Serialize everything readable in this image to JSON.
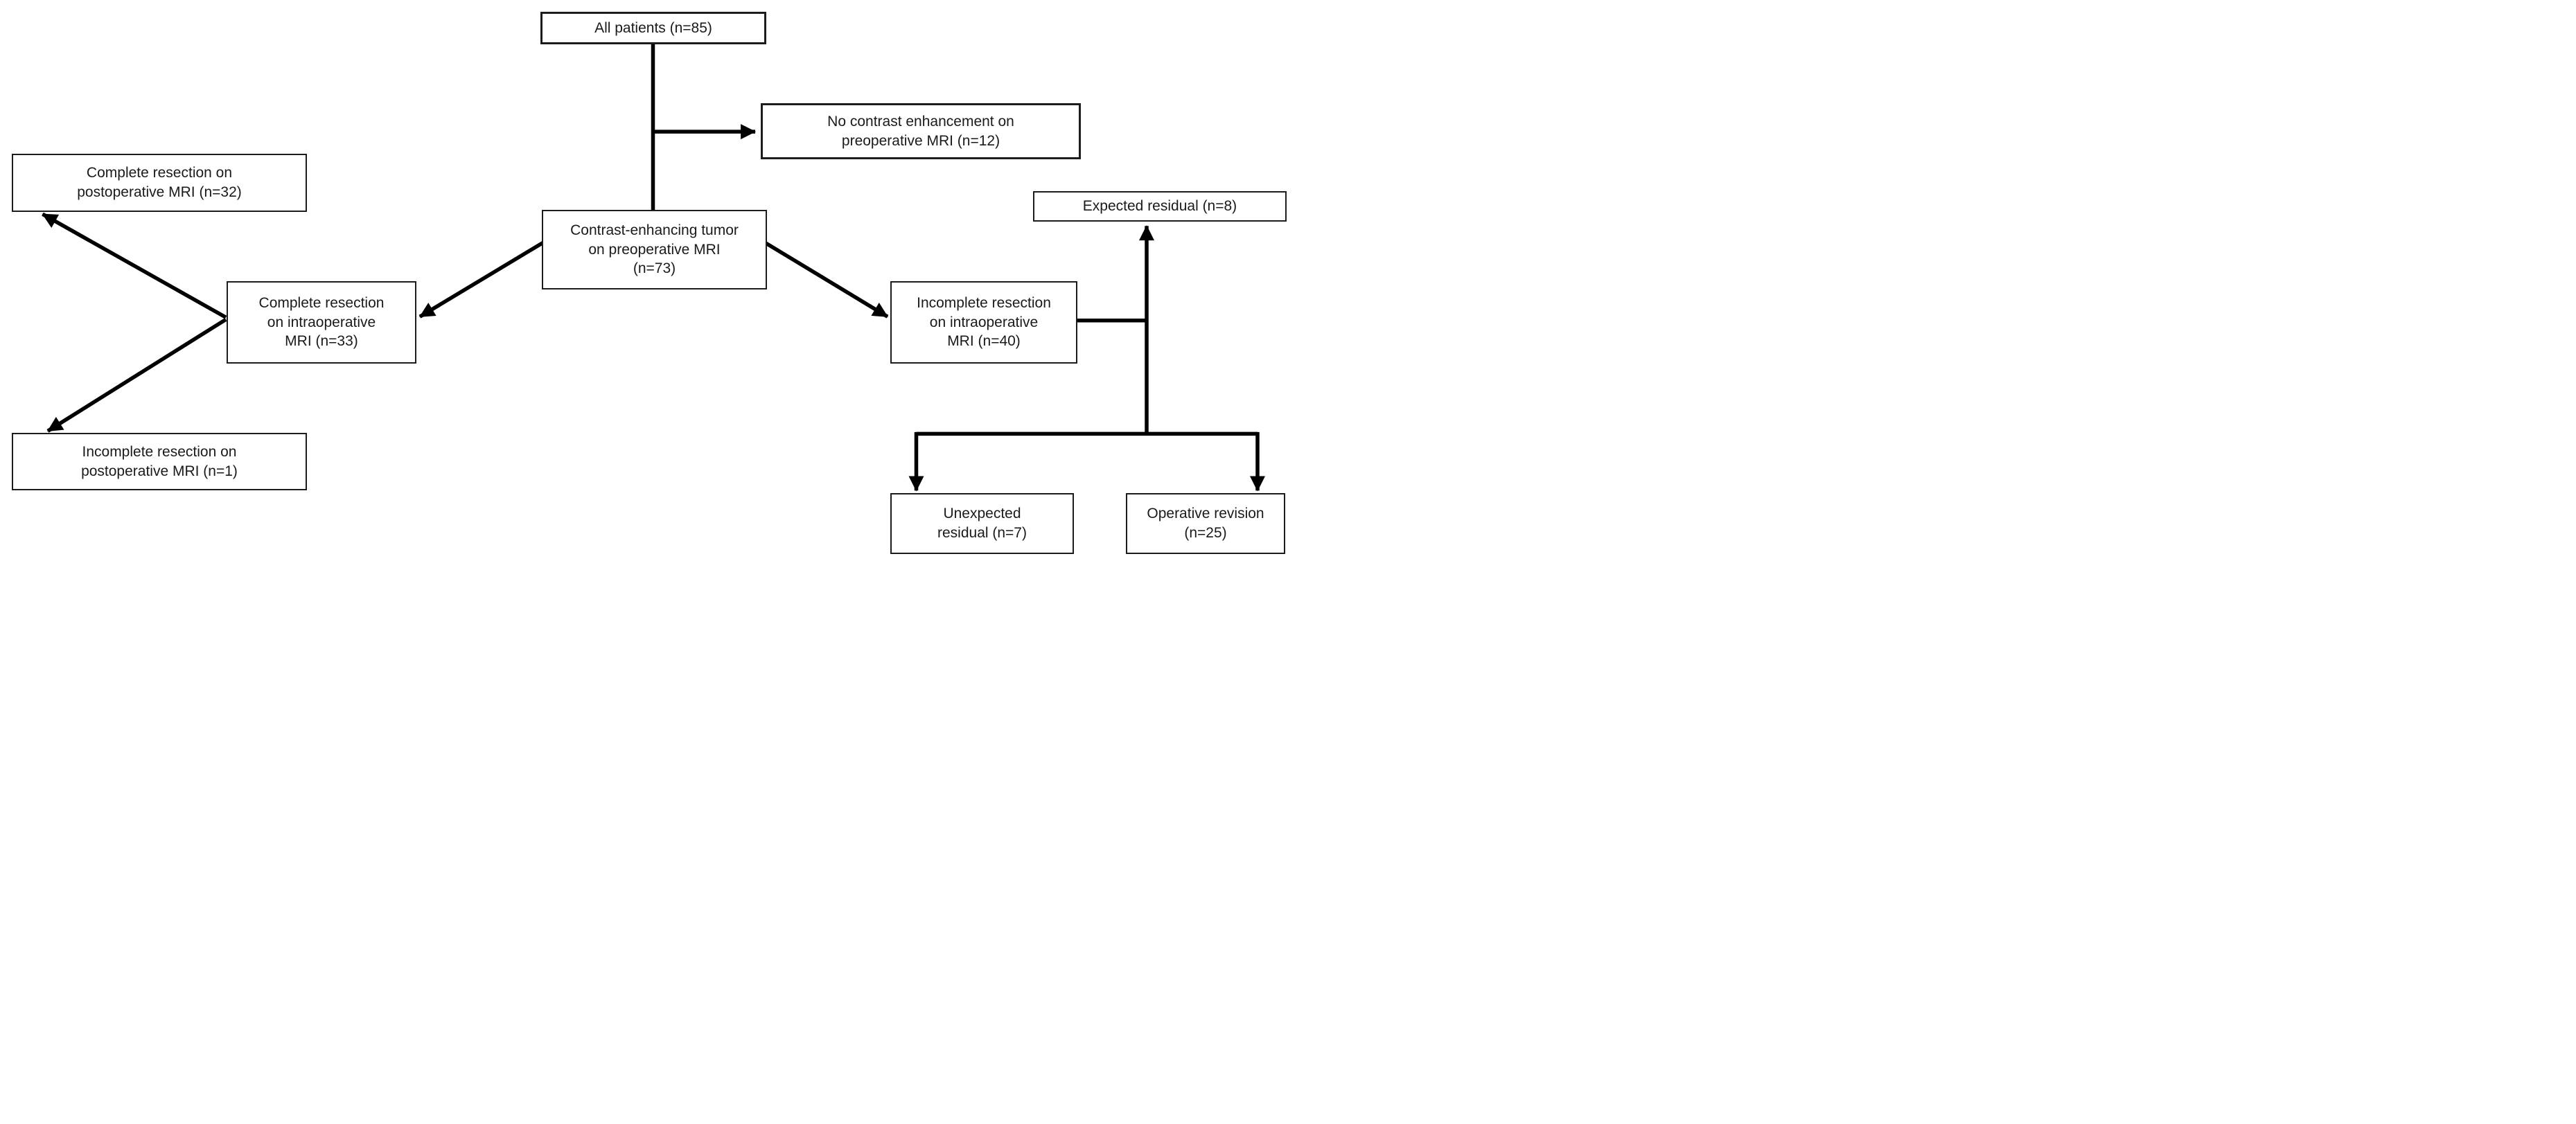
{
  "figure": {
    "type": "flowchart",
    "background_color": "#ffffff",
    "line_color": "#000000",
    "box_fill": "#ffffff",
    "box_border_color": "#1c1c1c",
    "nodes": {
      "all_patients": {
        "label": "All patients (n=85)"
      },
      "no_contrast": {
        "label": "No contrast enhancement on\npreoperative MRI (n=12)"
      },
      "contrast_tumor": {
        "label": "Contrast-enhancing tumor\non preoperative MRI\n(n=73)"
      },
      "complete_postop": {
        "label": "Complete resection on\npostoperative MRI (n=32)"
      },
      "complete_intraop": {
        "label": "Complete resection\non intraoperative\nMRI (n=33)"
      },
      "incomplete_postop": {
        "label": "Incomplete resection on\npostoperative MRI (n=1)"
      },
      "expected_residual": {
        "label": "Expected residual (n=8)"
      },
      "incomplete_intraop": {
        "label": "Incomplete resection\non intraoperative\nMRI (n=40)"
      },
      "unexpected_residual": {
        "label": "Unexpected\nresidual (n=7)"
      },
      "operative_revision": {
        "label": "Operative revision\n(n=25)"
      }
    },
    "edges": [
      {
        "from": "all_patients",
        "to": "contrast_tumor",
        "arrowhead": false
      },
      {
        "from": "all_patients",
        "to": "no_contrast",
        "arrowhead": true
      },
      {
        "from": "contrast_tumor",
        "to": "complete_intraop",
        "arrowhead": true
      },
      {
        "from": "contrast_tumor",
        "to": "incomplete_intraop",
        "arrowhead": true
      },
      {
        "from": "complete_intraop",
        "to": "complete_postop",
        "arrowhead": true
      },
      {
        "from": "complete_intraop",
        "to": "incomplete_postop",
        "arrowhead": true
      },
      {
        "from": "incomplete_intraop",
        "to": "expected_residual",
        "arrowhead": true
      },
      {
        "from": "incomplete_intraop",
        "to": "unexpected_residual",
        "arrowhead": true
      },
      {
        "from": "incomplete_intraop",
        "to": "operative_revision",
        "arrowhead": true
      }
    ]
  }
}
